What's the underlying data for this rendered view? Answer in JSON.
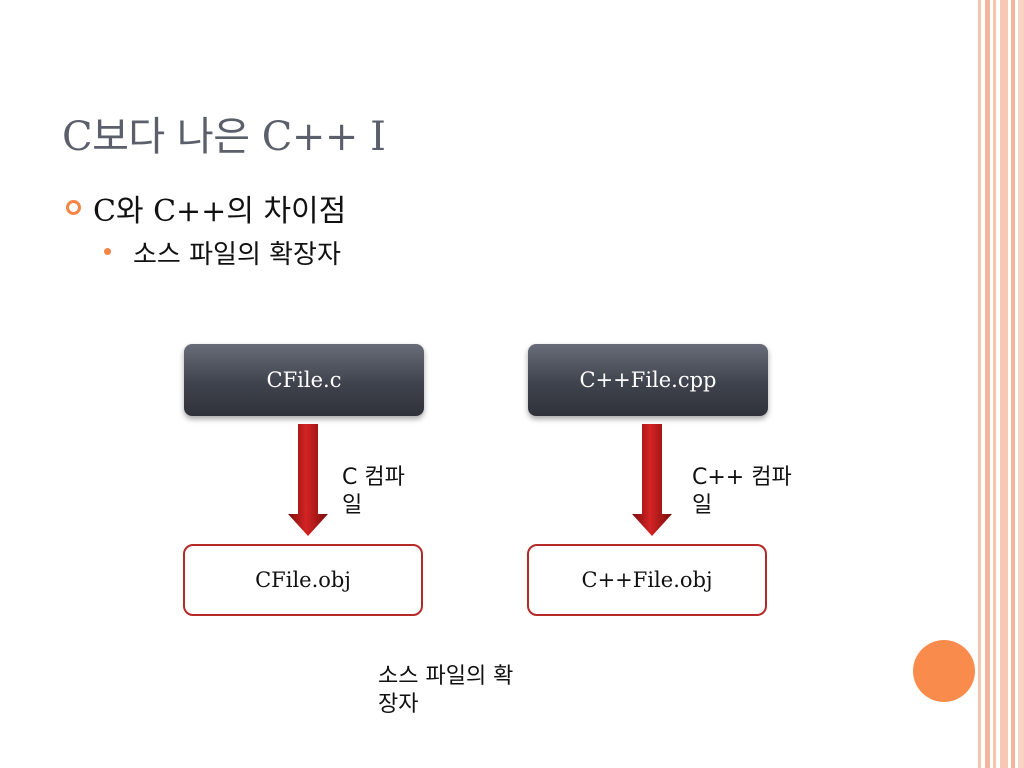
{
  "slide": {
    "title": "C보다 나은 C++ I",
    "bullet_level1": "C와  C++의 차이점",
    "bullet_level2": "소스 파일의 확장자"
  },
  "diagram": {
    "source_left": "CFile.c",
    "source_right": "C++File.cpp",
    "compile_left_label": "C 컴파\n일",
    "compile_right_label": "C++ 컴파\n일",
    "object_left": "CFile.obj",
    "object_right": "C++File.obj",
    "caption": "소스 파일의 확\n장자"
  },
  "colors": {
    "accent": "#f58545",
    "arrow": "#b01818",
    "object_border": "#b52a26",
    "source_box": "#3f434d"
  }
}
